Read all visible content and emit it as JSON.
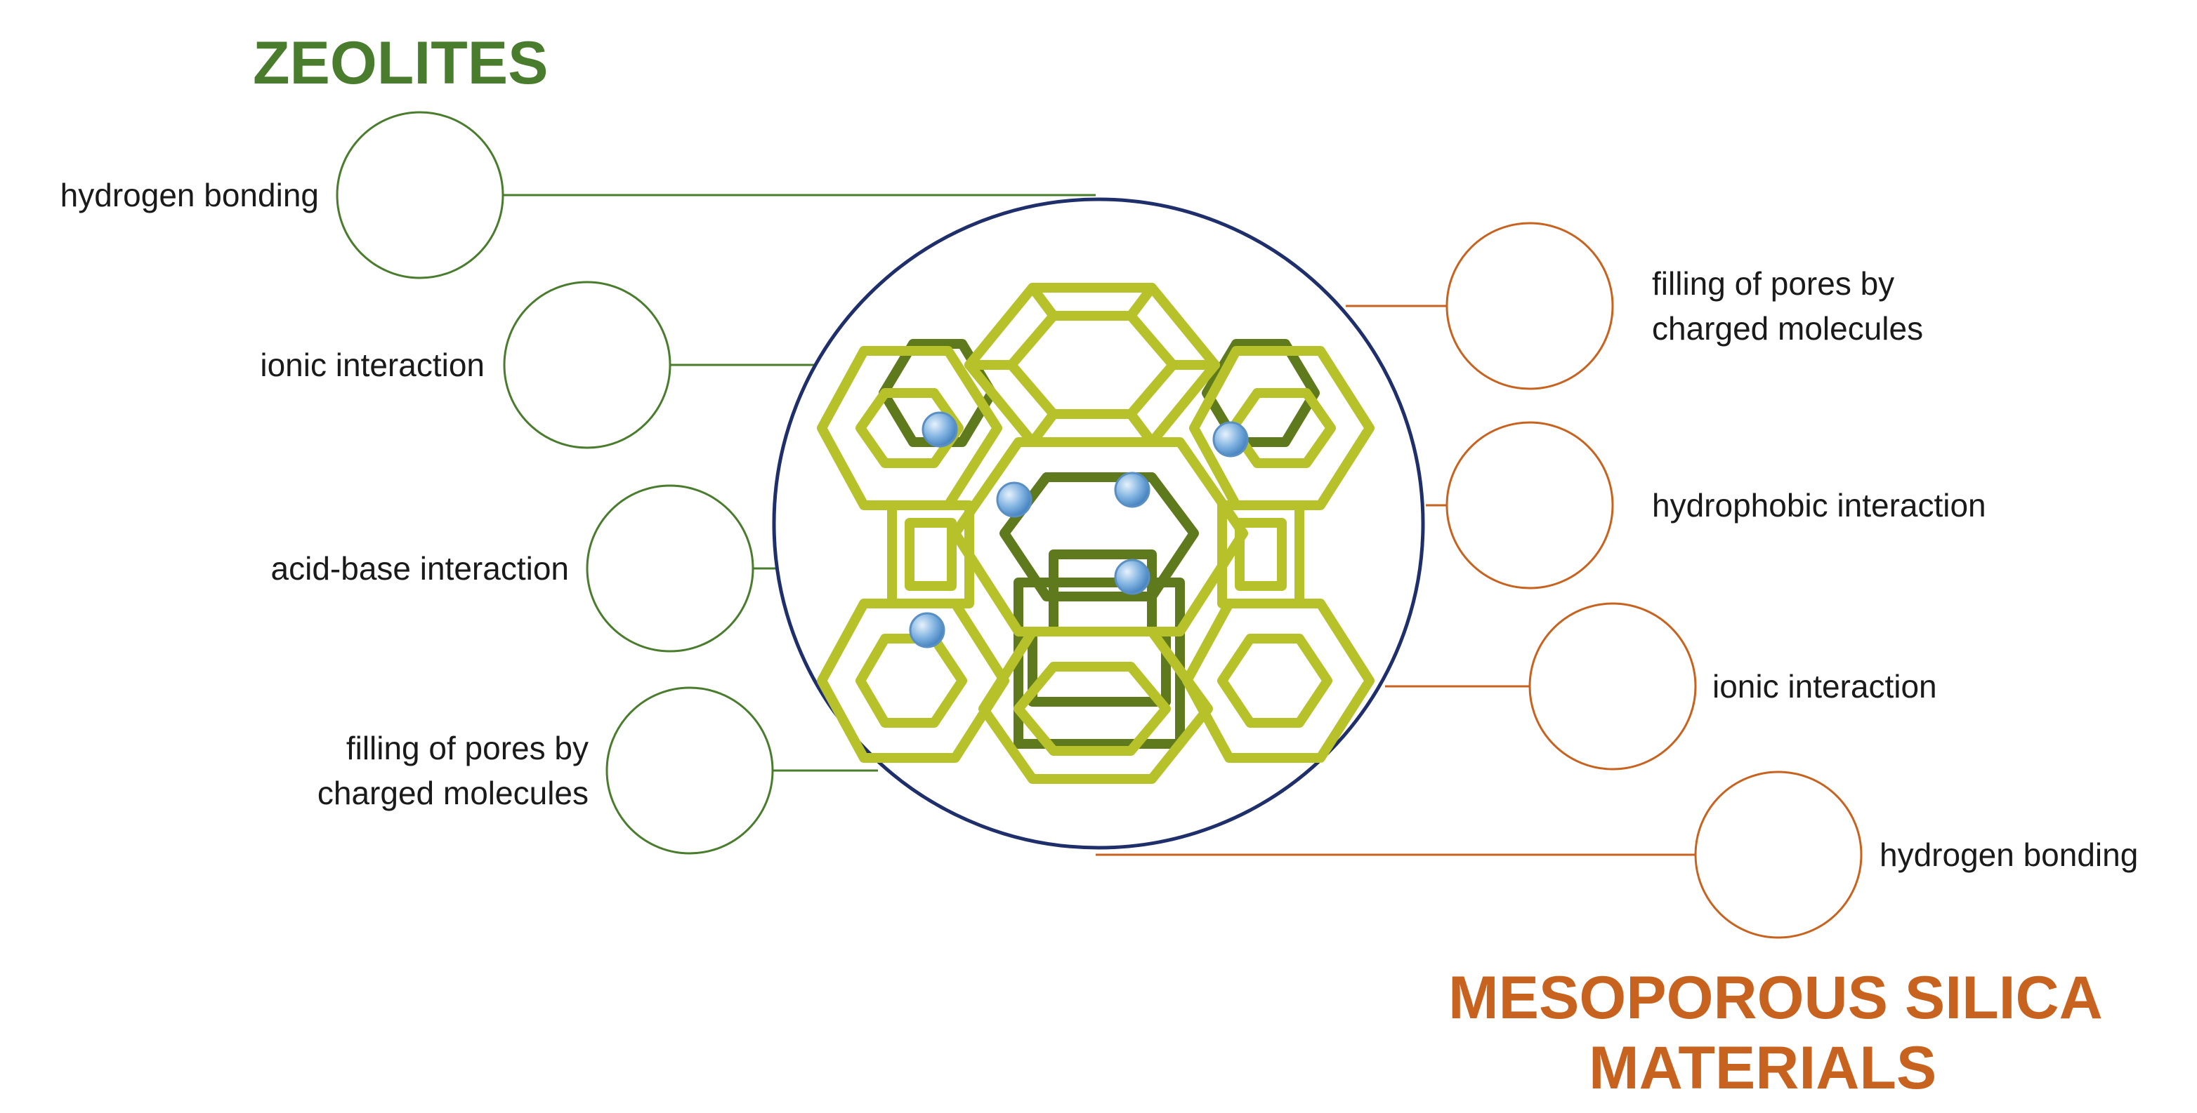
{
  "colors": {
    "zeolite_green": "#4a7c2e",
    "silica_orange": "#c8621f",
    "frame_navy": "#1f2f6b",
    "framework_light": "#b7c22a",
    "framework_dark": "#5e7a1c",
    "cation_blue": "#7fb2e0"
  },
  "zeolites": {
    "title": "ZEOLITES",
    "interactions": [
      {
        "line1": "hydrogen bonding",
        "line2": ""
      },
      {
        "line1": "ionic interaction",
        "line2": ""
      },
      {
        "line1": "acid-base interaction",
        "line2": ""
      },
      {
        "line1": "filling of pores by",
        "line2": "charged molecules"
      }
    ]
  },
  "silica": {
    "title_line1": "MESOPOROUS SILICA",
    "title_line2": "MATERIALS",
    "interactions": [
      {
        "line1": "filling of pores by",
        "line2": "charged molecules"
      },
      {
        "line1": "hydrophobic interaction",
        "line2": ""
      },
      {
        "line1": "ionic interaction",
        "line2": ""
      },
      {
        "line1": "hydrogen bonding",
        "line2": ""
      }
    ]
  },
  "center": {
    "icon": "zeolite-framework-icon",
    "cations": 6
  }
}
